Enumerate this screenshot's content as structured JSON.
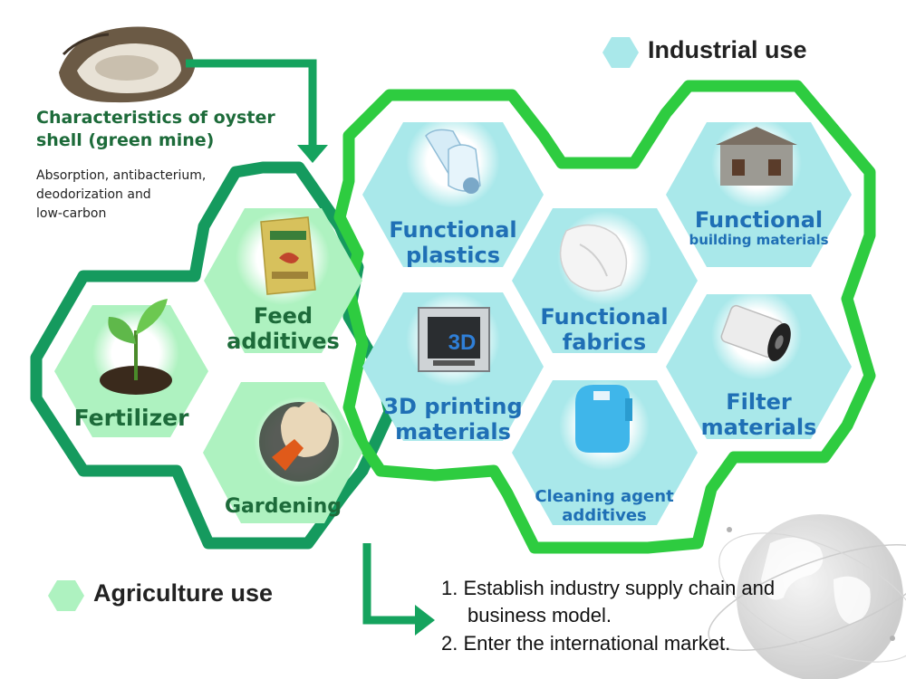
{
  "characteristics": {
    "title_lines": [
      "Characteristics of oyster",
      "shell (green mine)"
    ],
    "description_lines": [
      "Absorption, antibacterium,",
      "deodorization and",
      "low-carbon"
    ]
  },
  "legend": {
    "industrial": "Industrial use",
    "agriculture": "Agriculture use"
  },
  "agriculture_items": [
    {
      "lines": [
        "Fertilizer"
      ],
      "icon": "seedling-icon"
    },
    {
      "lines": [
        "Feed",
        "additives"
      ],
      "icon": "feed-bag-icon"
    },
    {
      "lines": [
        "Gardening"
      ],
      "icon": "gardening-gloves-icon"
    }
  ],
  "industrial_items": [
    {
      "lines": [
        "Functional",
        "plastics"
      ],
      "icon": "plastic-bottles-icon"
    },
    {
      "lines": [
        "3D printing",
        "materials"
      ],
      "icon": "3d-printer-icon",
      "badge": "3D"
    },
    {
      "lines": [
        "Functional",
        "fabrics"
      ],
      "icon": "fabric-icon"
    },
    {
      "lines": [
        "Cleaning agent",
        "additives"
      ],
      "icon": "detergent-bottle-icon"
    },
    {
      "lines": [
        "Functional",
        "building materials"
      ],
      "icon": "stone-house-icon"
    },
    {
      "lines": [
        "Filter",
        "materials"
      ],
      "icon": "filter-cartridge-icon"
    }
  ],
  "next_steps": [
    {
      "number": "1.",
      "lines": [
        "Establish industry supply chain and",
        "business model."
      ]
    },
    {
      "number": "2.",
      "lines": [
        "Enter the international market."
      ]
    }
  ],
  "colors": {
    "agri_outline": "#159a5e",
    "industrial_outline": "#2ecc40",
    "agri_fill": "#aef2c0",
    "industrial_fill": "#a9e8ea",
    "agri_text": "#1d6b3a",
    "industrial_text": "#1f6fb5"
  }
}
